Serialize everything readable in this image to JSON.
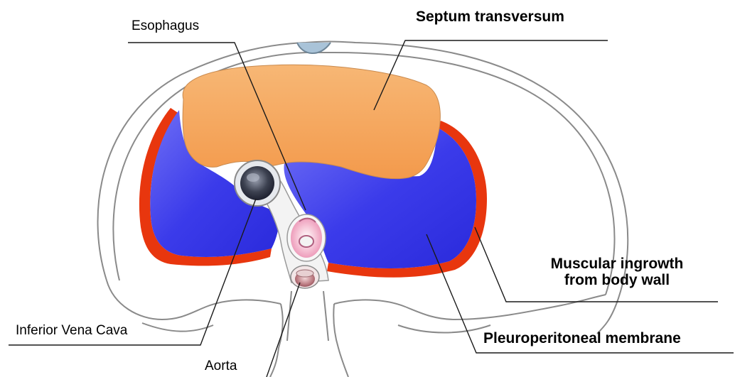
{
  "labels": {
    "esophagus": "Esophagus",
    "septum_transversum": "Septum transversum",
    "muscular_ingrowth_line1": "Muscular ingrowth",
    "muscular_ingrowth_line2": "from body wall",
    "inferior_vena_cava": "Inferior Vena Cava",
    "pleuroperitoneal_membrane": "Pleuroperitoneal membrane",
    "aorta": "Aorta"
  },
  "colors": {
    "septum_transversum": "#F5A55A",
    "pleuroperitoneal_membrane": "#3B3BEA",
    "muscular_ingrowth": "#E8360E",
    "esophagus": "#F2A9C4",
    "aorta": "#B9777E",
    "vena_cava": "#3C4150",
    "outline": "#8A8A8A"
  }
}
